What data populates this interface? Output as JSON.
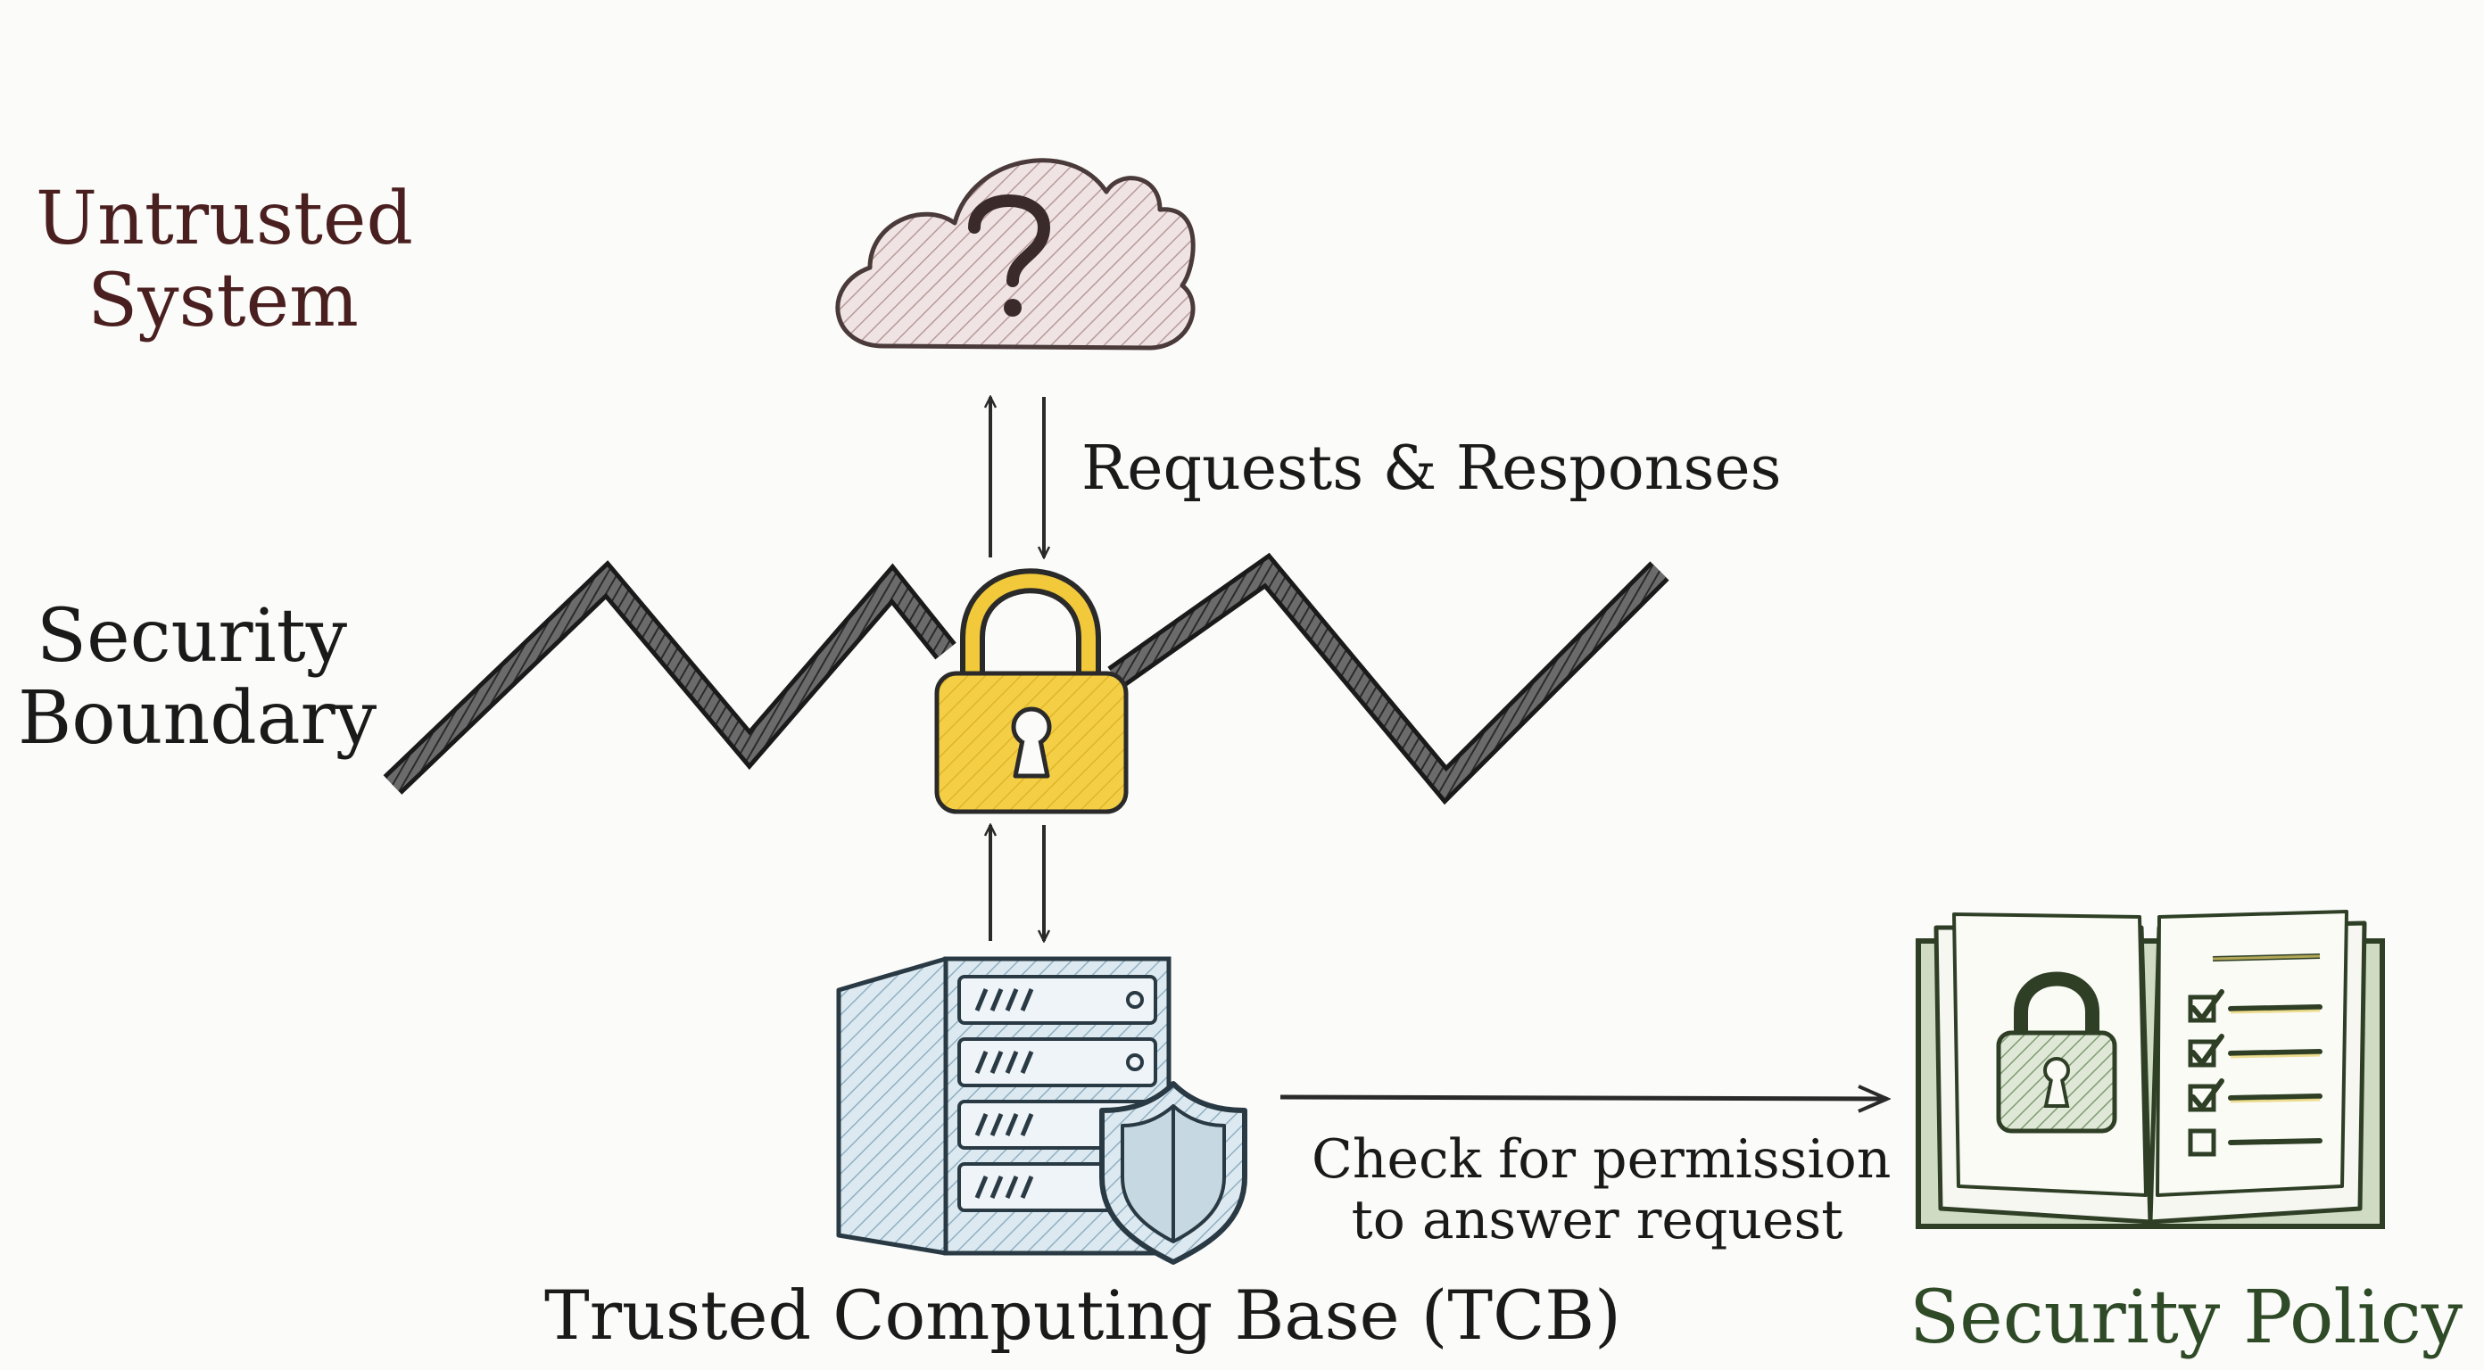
{
  "labels": {
    "untrusted_line1": "Untrusted",
    "untrusted_line2": "System",
    "boundary_line1": "Security",
    "boundary_line2": "Boundary",
    "requests": "Requests & Responses",
    "check_line1": "Check for permission",
    "check_line2": "to answer request",
    "tcb": "Trusted Computing Base (TCB)",
    "policy": "Security Policy"
  },
  "icons": {
    "untrusted": "cloud-question-icon",
    "boundary": "zigzag-wall",
    "lock": "padlock-icon",
    "tcb": "server-shield-icon",
    "policy": "policy-book-icon"
  },
  "colors": {
    "cloud": "#e9dada",
    "lock": "#f2c93a",
    "server": "#d2e3ec",
    "book": "#d7e2cd",
    "policy_text": "#2e4a26",
    "untrusted_text": "#4a1f1f"
  }
}
